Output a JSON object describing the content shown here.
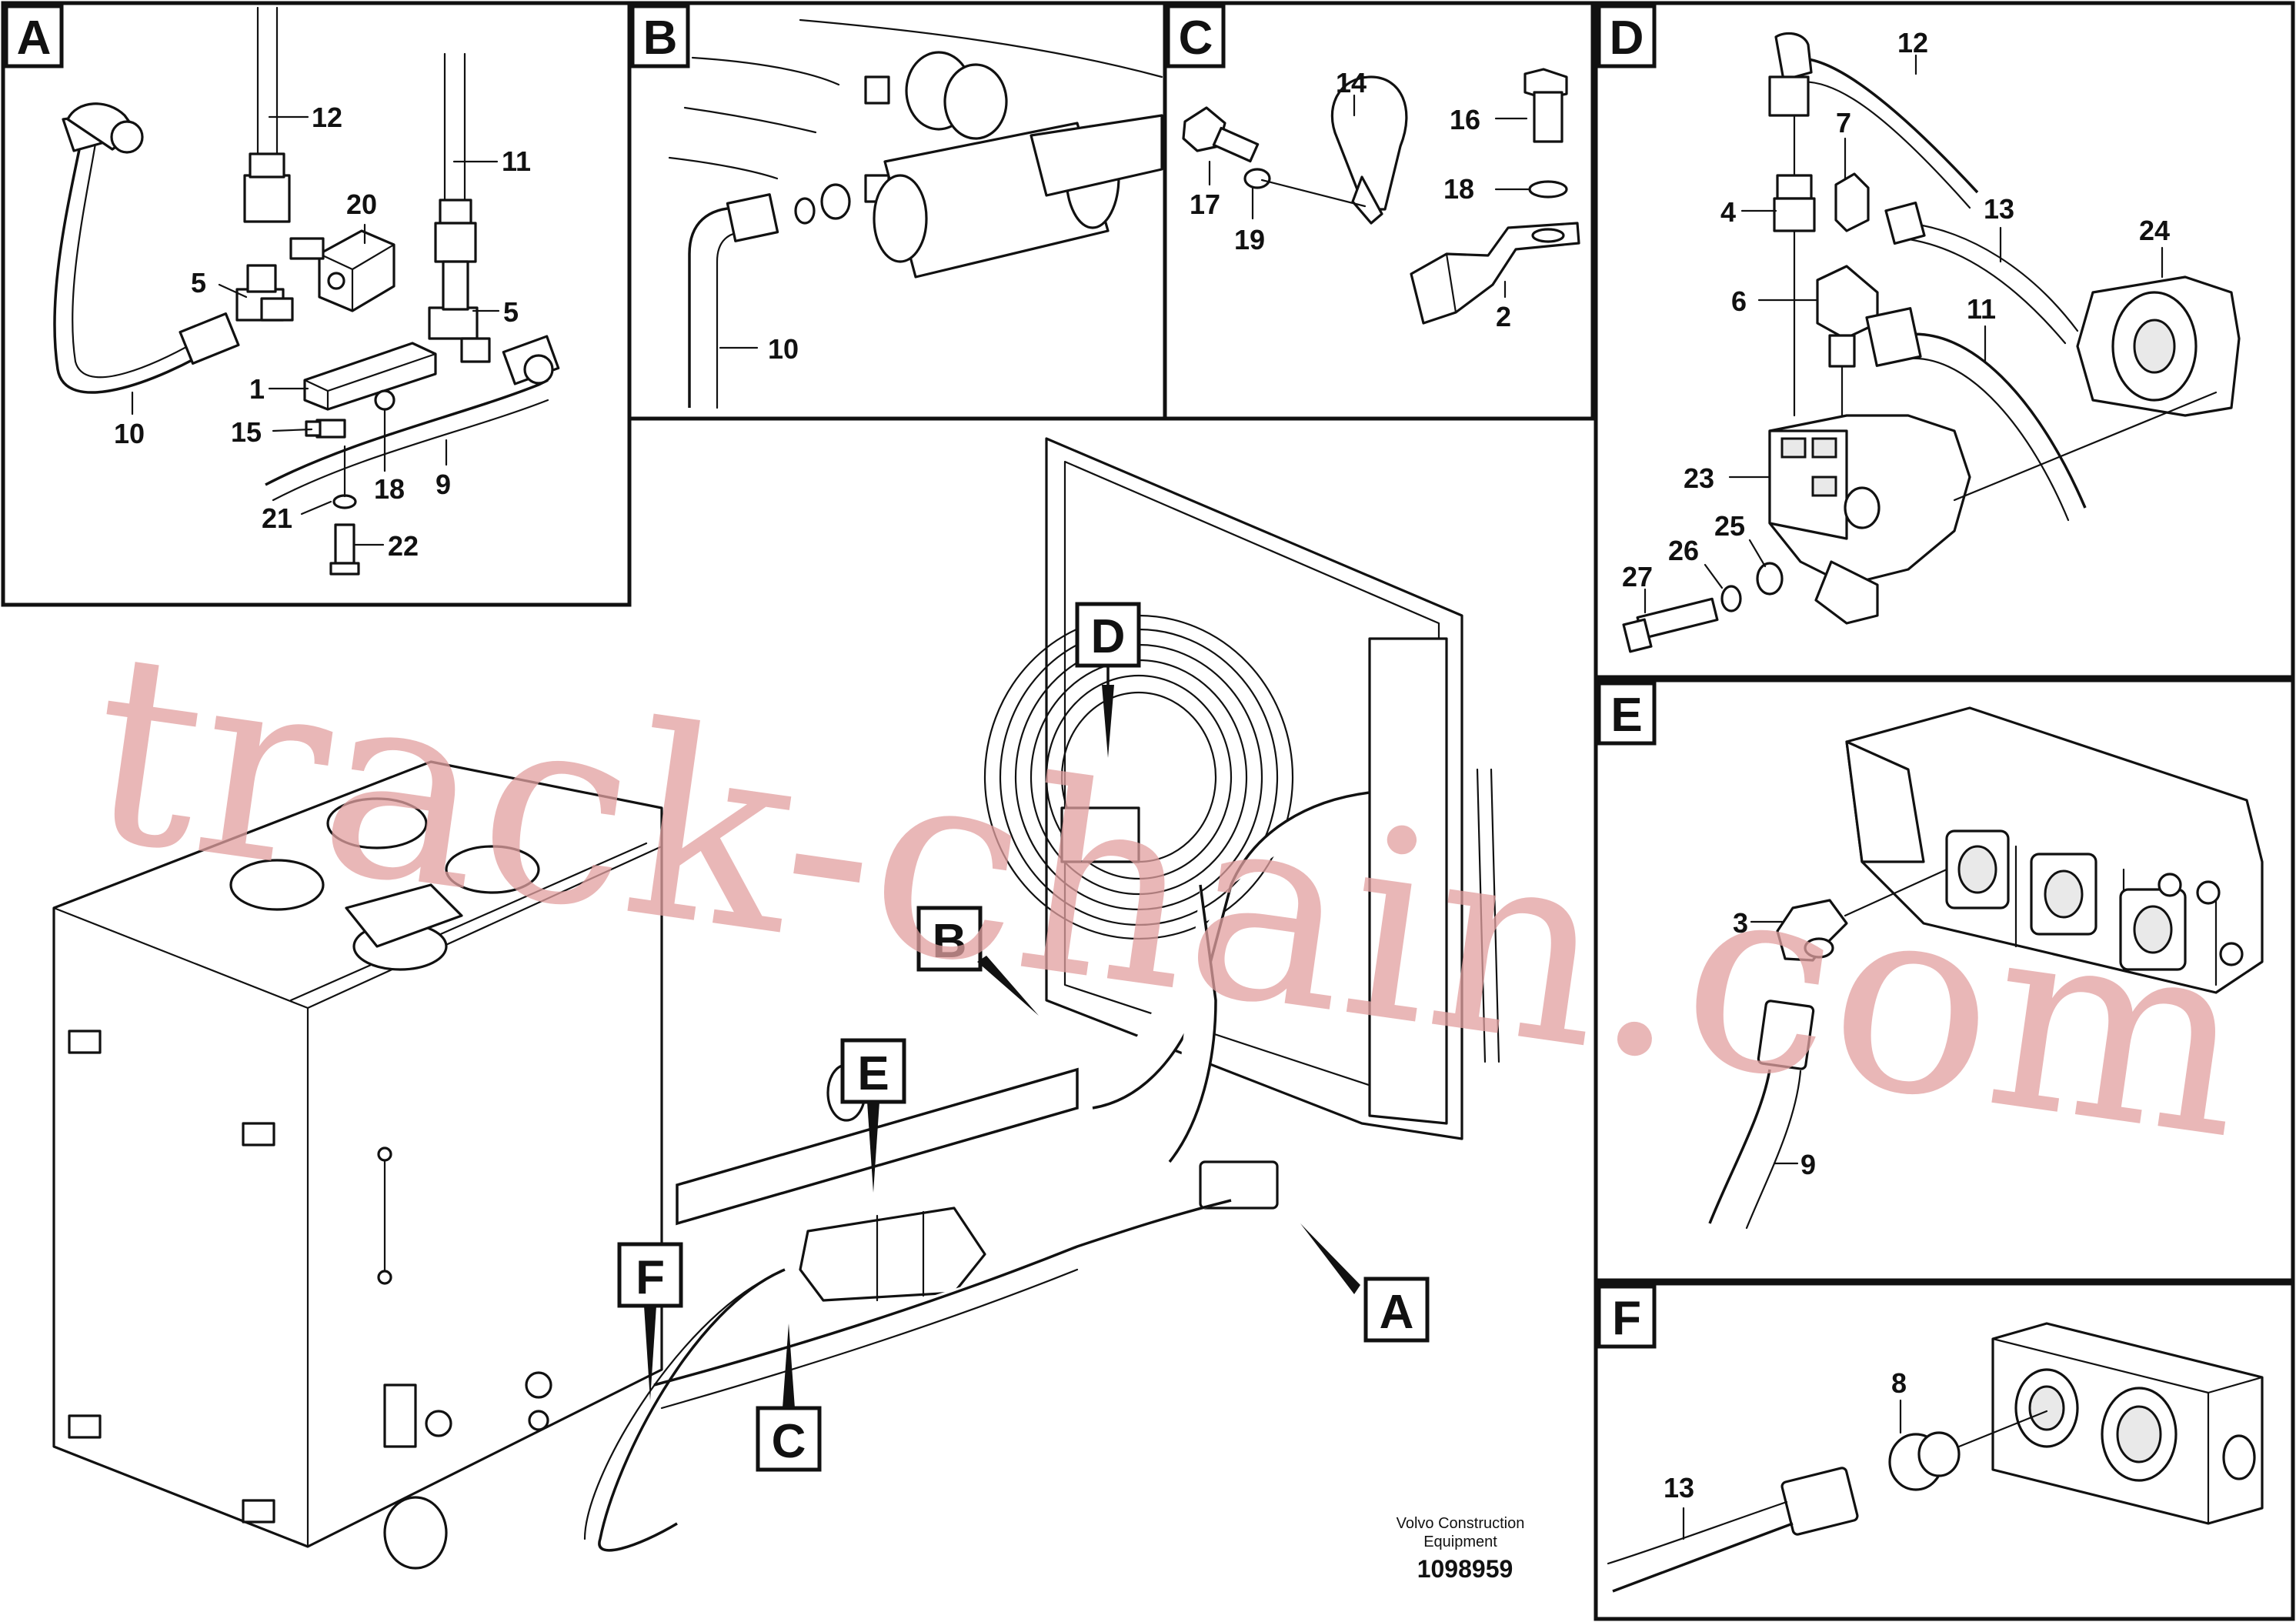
{
  "panels": [
    {
      "id": "A",
      "label": "A"
    },
    {
      "id": "B",
      "label": "B"
    },
    {
      "id": "C",
      "label": "C"
    },
    {
      "id": "D",
      "label": "D"
    },
    {
      "id": "E",
      "label": "E"
    },
    {
      "id": "F",
      "label": "F"
    }
  ],
  "main_view_tags": [
    "D",
    "B",
    "E",
    "F",
    "C",
    "A"
  ],
  "panel_A_numbers": [
    "12",
    "11",
    "20",
    "5",
    "5",
    "1",
    "15",
    "10",
    "18",
    "9",
    "21",
    "22"
  ],
  "panel_B_numbers": [
    "10"
  ],
  "panel_C_numbers": [
    "14",
    "16",
    "17",
    "19",
    "18",
    "2"
  ],
  "panel_D_numbers": [
    "12",
    "7",
    "4",
    "13",
    "6",
    "11",
    "24",
    "23",
    "25",
    "26",
    "27"
  ],
  "panel_E_numbers": [
    "3",
    "9"
  ],
  "panel_F_numbers": [
    "8",
    "13"
  ],
  "footer": {
    "maker_line1": "Volvo Construction",
    "maker_line2": "Equipment",
    "doc_id": "1098959"
  },
  "watermark": "track-chain.com"
}
